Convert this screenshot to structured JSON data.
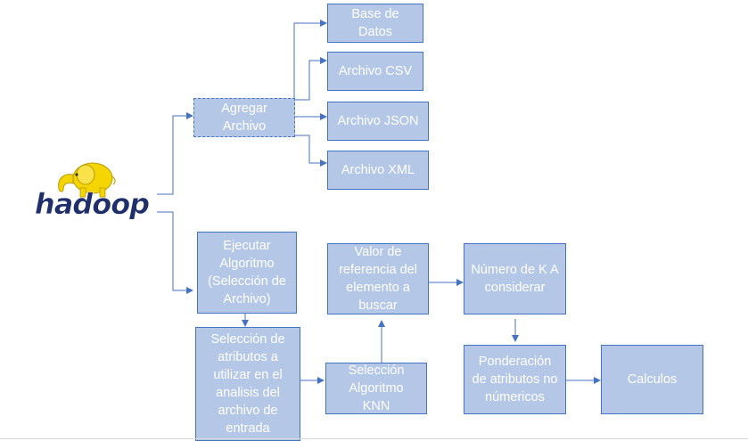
{
  "logo": {
    "text": "hadoop",
    "icon": "hadoop-elephant-icon"
  },
  "boxes": {
    "agregar": "Agregar Archivo",
    "base_datos": "Base de Datos",
    "csv": "Archivo CSV",
    "json": "Archivo JSON",
    "xml": "Archivo XML",
    "ejecutar": "Ejecutar Algoritmo (Selección de Archivo)",
    "seleccion_atributos": "Selección de atributos a utilizar en el analisis del archivo de entrada",
    "seleccion_algoritmo": "Selección Algoritmo KNN",
    "valor_referencia": "Valor de referencia del elemento a buscar",
    "numero_k": "Número de K A considerar",
    "ponderacion": "Ponderación de atributos no númericos",
    "calculos": "Calculos"
  },
  "colors": {
    "box_fill": "#b4c7e7",
    "box_border": "#4472c4",
    "connector": "#4472c4",
    "logo_text": "#1f2f6b",
    "logo_elephant": "#f5d500"
  }
}
